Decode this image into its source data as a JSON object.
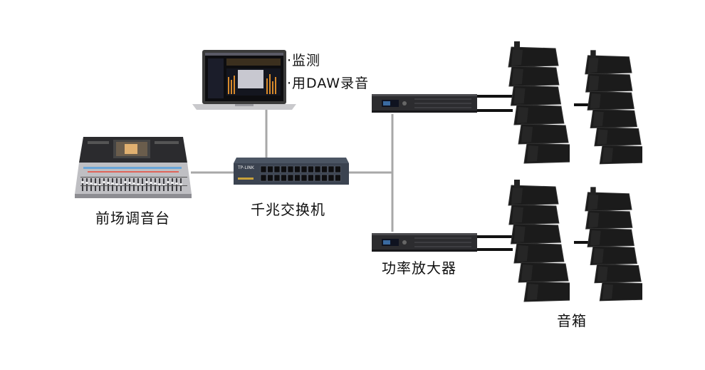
{
  "labels": {
    "mixer": "前场调音台",
    "switch": "千兆交换机",
    "amplifier": "功率放大器",
    "speakers": "音箱",
    "laptop_notes": [
      "·监测",
      "·用DAW录音"
    ]
  },
  "devices": {
    "switch_brand": "TP-LINK"
  },
  "colors": {
    "line": "#a8a8a8",
    "cable": "#111111",
    "device_dark": "#2a2a2a",
    "speaker": "#1b1b1b"
  }
}
